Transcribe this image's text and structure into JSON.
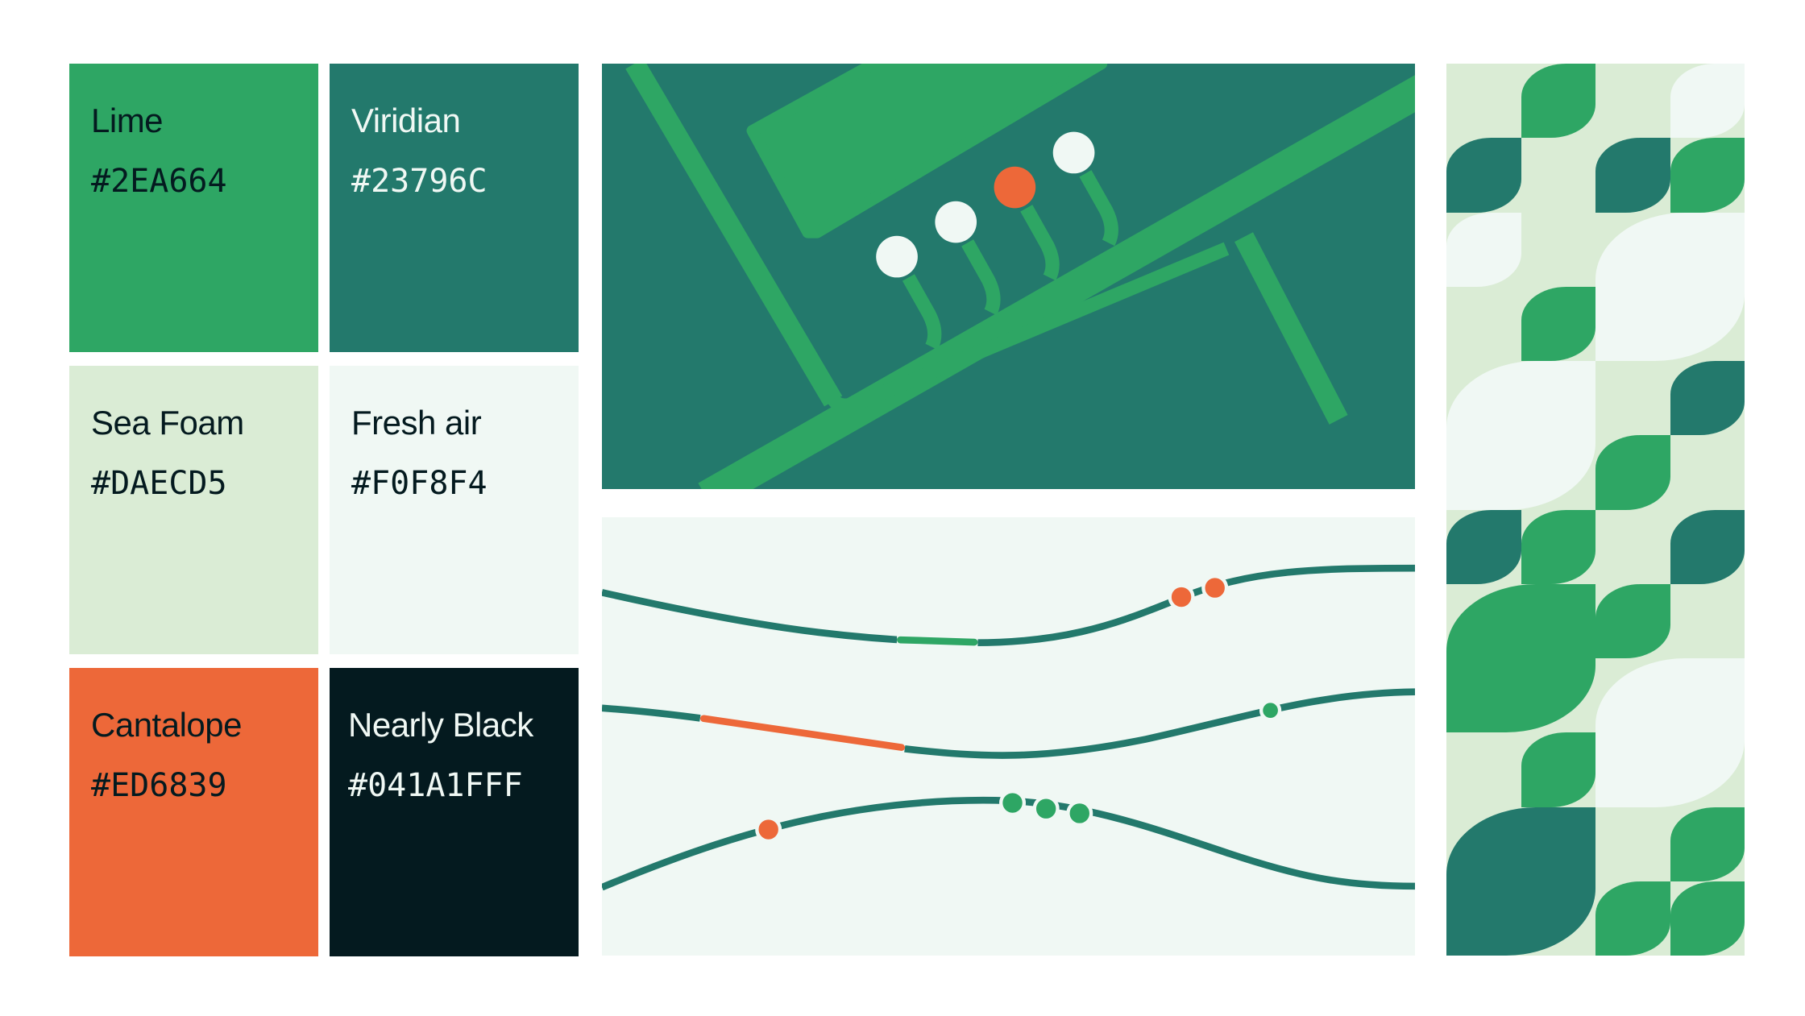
{
  "palette": [
    {
      "name": "Lime",
      "hex": "#2EA664",
      "text_color": "#041A1F"
    },
    {
      "name": "Viridian",
      "hex": "#23796C",
      "text_color": "#F0F8F4"
    },
    {
      "name": "Sea Foam",
      "hex": "#DAECD5",
      "text_color": "#041A1F"
    },
    {
      "name": "Fresh air",
      "hex": "#F0F8F4",
      "text_color": "#041A1F"
    },
    {
      "name": "Cantalope",
      "hex": "#ED6839",
      "text_color": "#041A1F"
    },
    {
      "name": "Nearly Black",
      "hex": "#041A1FFF",
      "text_color": "#F0F8F4"
    }
  ],
  "colors": {
    "lime": "#2EA664",
    "viridian": "#23796C",
    "seafoam": "#DAECD5",
    "fresh": "#F0F8F4",
    "cantalope": "#ED6839",
    "black": "#041A1F"
  }
}
